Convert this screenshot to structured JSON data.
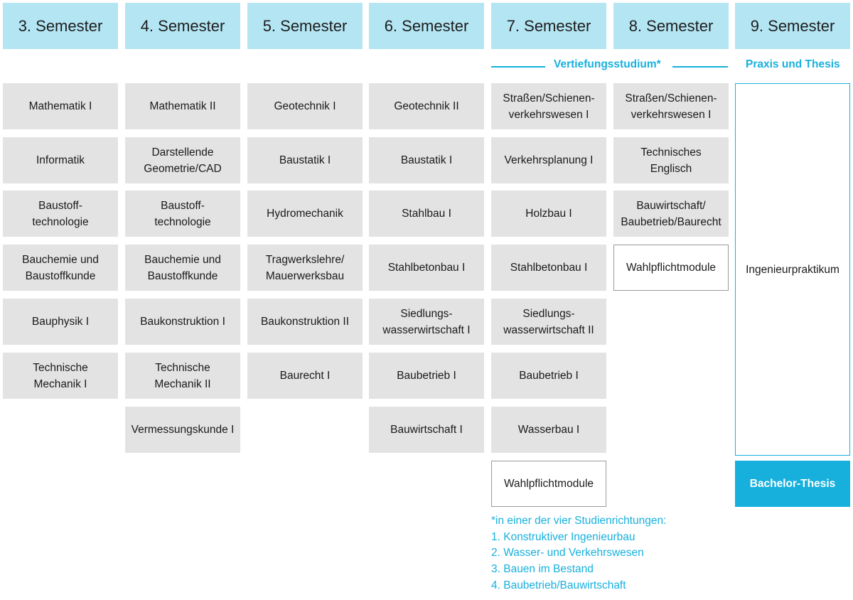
{
  "semesters": [
    {
      "title": "3. Semester",
      "modules": [
        "Mathematik I",
        "Informatik",
        "Baustoff-\ntechnologie",
        "Bauchemie und\nBaustoffkunde",
        "Bauphysik I",
        "Technische\nMechanik I"
      ]
    },
    {
      "title": "4. Semester",
      "modules": [
        "Mathematik II",
        "Darstellende\nGeometrie/CAD",
        "Baustoff-\ntechnologie",
        "Bauchemie und\nBaustoffkunde",
        "Baukonstruktion I",
        "Technische\nMechanik II",
        "Vermessungskunde I"
      ]
    },
    {
      "title": "5. Semester",
      "modules": [
        "Geotechnik I",
        "Baustatik I",
        "Hydromechanik",
        "Tragwerkslehre/\nMauerwerksbau",
        "Baukonstruktion II",
        "Baurecht I"
      ]
    },
    {
      "title": "6. Semester",
      "modules": [
        "Geotechnik II",
        "Baustatik I",
        "Stahlbau I",
        "Stahlbetonbau I",
        "Siedlungs-\nwasserwirtschaft I",
        "Baubetrieb I",
        "Bauwirtschaft I"
      ]
    },
    {
      "title": "7. Semester",
      "modules": [
        "Straßen/Schienen-\nverkehrswesen I",
        "Verkehrsplanung I",
        "Holzbau I",
        "Stahlbetonbau I",
        "Siedlungs-\nwasserwirtschaft II",
        "Baubetrieb I",
        "Wasserbau I"
      ],
      "elective": "Wahlpflichtmodule"
    },
    {
      "title": "8. Semester",
      "modules": [
        "Straßen/Schienen-\nverkehrswesen I",
        "Technisches\nEnglisch",
        "Bauwirtschaft/\nBaubetrieb/Baurecht"
      ],
      "elective": "Wahlpflichtmodule"
    },
    {
      "title": "9. Semester",
      "internship": "Ingenieurpraktikum",
      "thesis": "Bachelor-Thesis"
    }
  ],
  "labels": {
    "specialization": "Vertiefungsstudium*",
    "practice": "Praxis und Thesis"
  },
  "footnote": {
    "intro": "*in einer der vier Studienrichtungen:",
    "items": [
      "1. Konstruktiver Ingenieurbau",
      "2. Wasser- und Verkehrswesen",
      "3. Bauen im Bestand",
      "4. Baubetrieb/Bauwirtschaft"
    ]
  },
  "colors": {
    "header_bg": "#b3e5f3",
    "module_bg": "#e3e3e3",
    "accent": "#17b0dd"
  }
}
